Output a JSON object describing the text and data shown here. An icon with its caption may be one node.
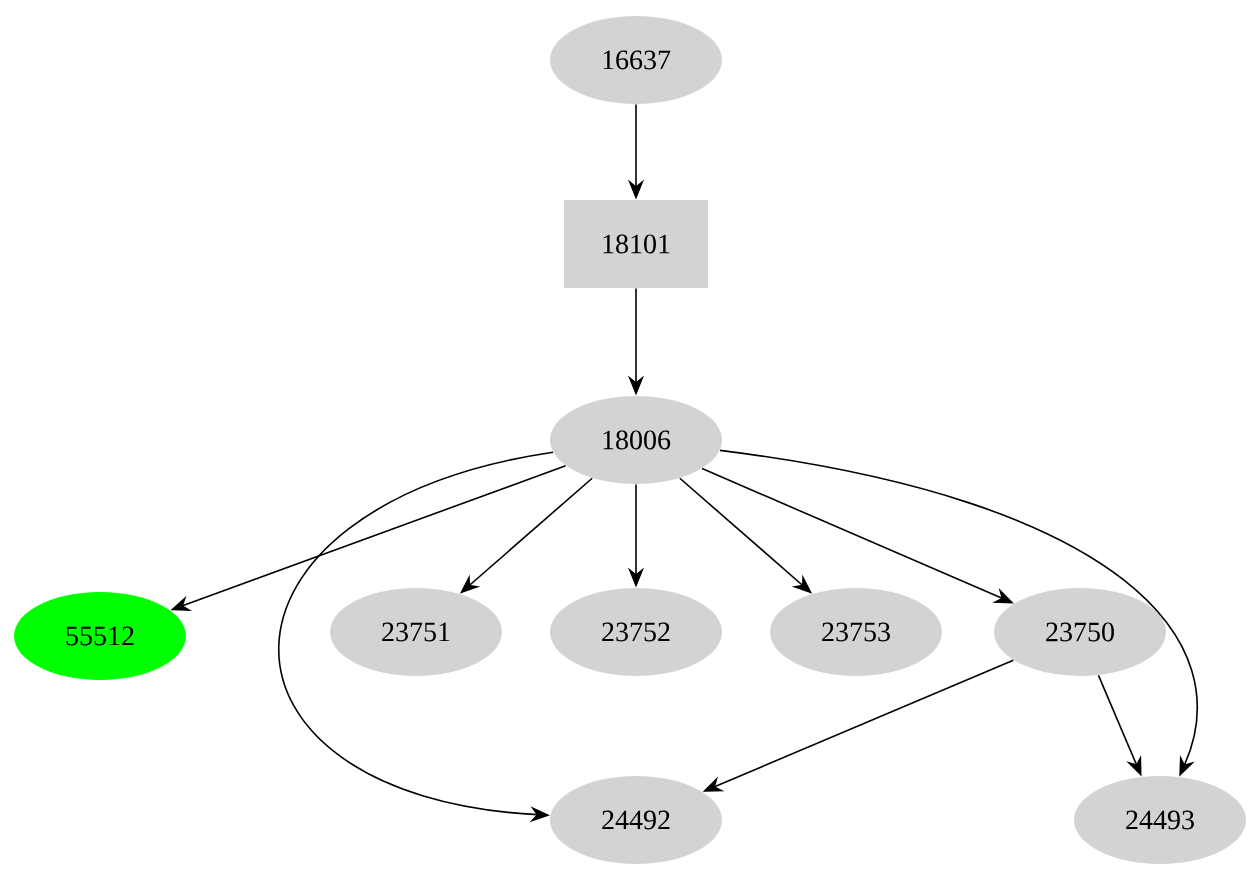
{
  "diagram": {
    "nodes": [
      {
        "text": [
          "16637"
        ]
      },
      {
        "text": [
          "18101"
        ]
      },
      {
        "text": [
          "18006"
        ]
      },
      {
        "text": [
          "55512"
        ]
      },
      {
        "text": [
          "23751"
        ]
      },
      {
        "text": [
          "23752"
        ]
      },
      {
        "text": [
          "23753"
        ]
      },
      {
        "text": [
          "23750"
        ]
      },
      {
        "text": [
          "24492"
        ]
      },
      {
        "text": [
          "24493"
        ]
      }
    ],
    "edges": [
      {
        "from": 0,
        "to": 1,
        "arrow": "to"
      },
      {
        "from": 1,
        "to": 2,
        "arrow": "to"
      },
      {
        "from": 2,
        "to": 3,
        "arrow": "to"
      },
      {
        "from": 2,
        "to": 4,
        "arrow": "to"
      },
      {
        "from": 2,
        "to": 5,
        "arrow": "to"
      },
      {
        "from": 2,
        "to": 6,
        "arrow": "to"
      },
      {
        "from": 2,
        "to": 7,
        "arrow": "to"
      },
      {
        "from": 2,
        "to": 8,
        "arrow": "to"
      },
      {
        "from": 2,
        "to": 9,
        "arrow": "to"
      },
      {
        "from": 7,
        "to": 8,
        "arrow": "to"
      },
      {
        "from": 7,
        "to": 9,
        "arrow": "to"
      }
    ]
  }
}
